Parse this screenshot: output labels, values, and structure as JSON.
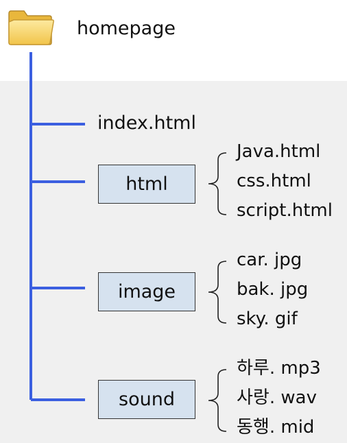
{
  "root": {
    "label": "homepage",
    "icon": "folder-icon"
  },
  "files": [
    {
      "label": "index.html"
    }
  ],
  "folders": [
    {
      "label": "html",
      "children": [
        "Java.html",
        "css.html",
        "script.html"
      ]
    },
    {
      "label": "image",
      "children": [
        "car. jpg",
        "bak. jpg",
        "sky. gif"
      ]
    },
    {
      "label": "sound",
      "children": [
        "하루. mp3",
        "사랑. wav",
        "동행. mid"
      ]
    }
  ],
  "colors": {
    "connector": "#3b5fe0",
    "folder_box": "#d6e2ef",
    "panel": "#f0f0f0"
  }
}
